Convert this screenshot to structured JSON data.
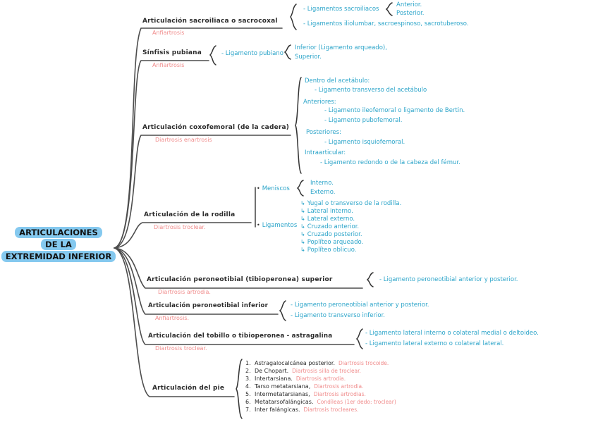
{
  "colors": {
    "joint_text": "#2b2b2b",
    "type_text": "#f08c8c",
    "detail_text": "#2ba4c9",
    "connector": "#4d4d4d",
    "title_highlight": "#85c9ef"
  },
  "glyphs": {
    "bullet": "•",
    "arrow": "↳"
  },
  "title": {
    "lines": [
      "ARTICULACIONES",
      "DE LA",
      "EXTREMIDAD INFERIOR"
    ]
  },
  "nodes": [
    {
      "label": "Articulación sacroiliaca o sacrocoxal",
      "type": "Anfiartrosis",
      "items": [
        "- Ligamentos sacroiliacos",
        "Anterior.",
        "Posterior.",
        "- Ligamentos iliolumbar, sacroespinoso, sacrotuberoso."
      ]
    },
    {
      "label": "Sínfisis pubiana",
      "type": "Anfiartrosis",
      "items": [
        "- Ligamento pubiano",
        "Inferior (Ligamento arqueado),",
        "Superior."
      ]
    },
    {
      "label": "Articulación coxofemoral (de la cadera)",
      "type": "Diartrosis enartrosis",
      "items": [
        "Dentro del acetábulo:",
        "- Ligamento transverso del acetábulo",
        "Anteriores:",
        "- Ligamento ileofemoral o ligamento de Bertin.",
        "- Ligamento pubofemoral.",
        "Posteriores:",
        "- Ligamento isquiofemoral.",
        "Intraarticular:",
        "- Ligamento redondo o de la cabeza del fémur."
      ]
    },
    {
      "label": "Articulación de la rodilla",
      "type": "Diartrosis troclear.",
      "items": [
        "Meniscos",
        "Interno.",
        "Externo.",
        "Ligamentos",
        "Yugal o transverso de la rodilla.",
        "Lateral interno.",
        "Lateral externo.",
        "Cruzado anterior.",
        "Cruzado posterior.",
        "Poplíteo arqueado.",
        "Poplíteo oblicuo."
      ]
    },
    {
      "label": "Articulación peroneotibial (tibioperonea) superior",
      "type": "Diartrosis artrodia.",
      "items": [
        "- Ligamento peroneotibial anterior y posterior."
      ]
    },
    {
      "label": "Articulación peroneotibial inferior",
      "type": "Anfiartrosis.",
      "items": [
        "- Ligamento peroneotibial anterior y posterior.",
        "- Ligamento transverso inferior."
      ]
    },
    {
      "label": "Articulación del tobillo o tibioperonea - astragalina",
      "type": "Diartrosis troclear.",
      "items": [
        "- Ligamento lateral interno o colateral medial o deltoideo.",
        "- Ligamento lateral externo o colateral lateral."
      ]
    },
    {
      "label": "Articulación del pie",
      "list": [
        {
          "num": "1.",
          "text": "Astragalocalcánea posterior.",
          "type": "Diartrosis trocoide."
        },
        {
          "num": "2.",
          "text": "De Chopart.",
          "type": "Diartrosis silla de troclear."
        },
        {
          "num": "3.",
          "text": "Intertarsiana.",
          "type": "Diartrosis artrodia."
        },
        {
          "num": "4.",
          "text": "Tarso metatarsiana,",
          "type": "Diartrosis artrodia."
        },
        {
          "num": "5.",
          "text": "Intermetatarsianas,",
          "type": "Diartrosis artrodias."
        },
        {
          "num": "6.",
          "text": "Metatarsofalángicas.",
          "type": "Condíleas (1er dedo: troclear)"
        },
        {
          "num": "7.",
          "text": "Inter falángicas.",
          "type": "Diartrosis trocleares."
        }
      ]
    }
  ]
}
